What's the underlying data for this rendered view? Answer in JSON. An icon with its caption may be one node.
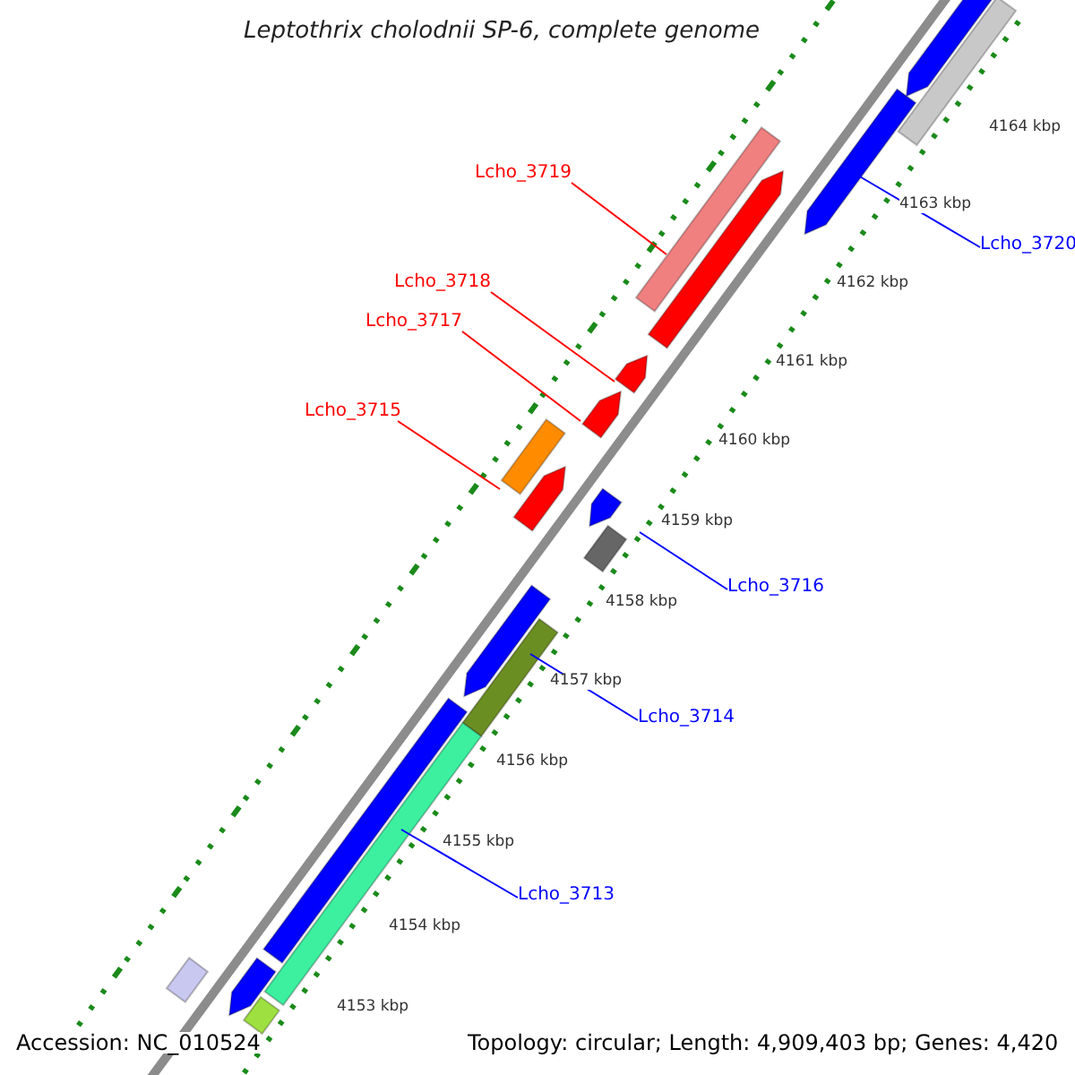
{
  "diagram": {
    "title": "Leptothrix cholodnii SP-6, complete genome",
    "nodes": [
      {
        "text": [
          "Lcho_3719"
        ]
      },
      {
        "text": [
          "Lcho_3720"
        ]
      },
      {
        "text": [
          "Lcho_3718"
        ]
      },
      {
        "text": [
          "Lcho_3717"
        ]
      },
      {
        "text": [
          "Lcho_3715"
        ]
      },
      {
        "text": [
          "Lcho_3716"
        ]
      },
      {
        "text": [
          "Lcho_3714"
        ]
      },
      {
        "text": [
          "Lcho_3713"
        ]
      },
      {
        "text": [],
        "shape": "bar"
      },
      {
        "text": [],
        "shape": "bar"
      },
      {
        "text": [],
        "shape": "bar"
      },
      {
        "text": [],
        "shape": "bar"
      },
      {
        "text": [],
        "shape": "bar"
      },
      {
        "text": [],
        "shape": "bar"
      },
      {
        "text": [],
        "shape": "bar"
      },
      {
        "text": [],
        "shape": "bar"
      },
      {
        "text": [],
        "shape": "bar"
      },
      {
        "text": [],
        "shape": "bar"
      },
      {
        "text": [],
        "shape": "bar"
      },
      {
        "text": [],
        "shape": "bar"
      },
      {
        "text": [],
        "shape": "bar"
      },
      {
        "text": [],
        "shape": "bar"
      },
      {
        "text": [],
        "shape": "bar"
      },
      {
        "text": [],
        "shape": "bar"
      },
      {
        "text": [],
        "shape": "bar"
      },
      {
        "text": [],
        "shape": "bar"
      }
    ],
    "edges": [
      {
        "from": 0,
        "to": 8,
        "arrow": "none",
        "color": "#ff0000"
      },
      {
        "from": 1,
        "to": 9,
        "arrow": "none",
        "color": "#0000ff"
      },
      {
        "from": 2,
        "to": 10,
        "arrow": "none",
        "color": "#ff0000"
      },
      {
        "from": 3,
        "to": 11,
        "arrow": "none",
        "color": "#ff0000"
      },
      {
        "from": 4,
        "to": 12,
        "arrow": "none",
        "color": "#ff0000"
      },
      {
        "from": 5,
        "to": 13,
        "arrow": "none",
        "color": "#0000ff"
      },
      {
        "from": 6,
        "to": 14,
        "arrow": "none",
        "color": "#0000ff"
      },
      {
        "from": 7,
        "to": 15,
        "arrow": "none",
        "color": "#0000ff"
      }
    ],
    "labels": [
      "4164 kbp",
      "4163 kbp",
      "4162 kbp",
      "4161 kbp",
      "4160 kbp",
      "4159 kbp",
      "4158 kbp",
      "4157 kbp",
      "4156 kbp",
      "4155 kbp",
      "4154 kbp",
      "4153 kbp",
      "Accession: NC_010524",
      "Topology: circular; Length: 4,909,403 bp; Genes: 4,420"
    ]
  }
}
